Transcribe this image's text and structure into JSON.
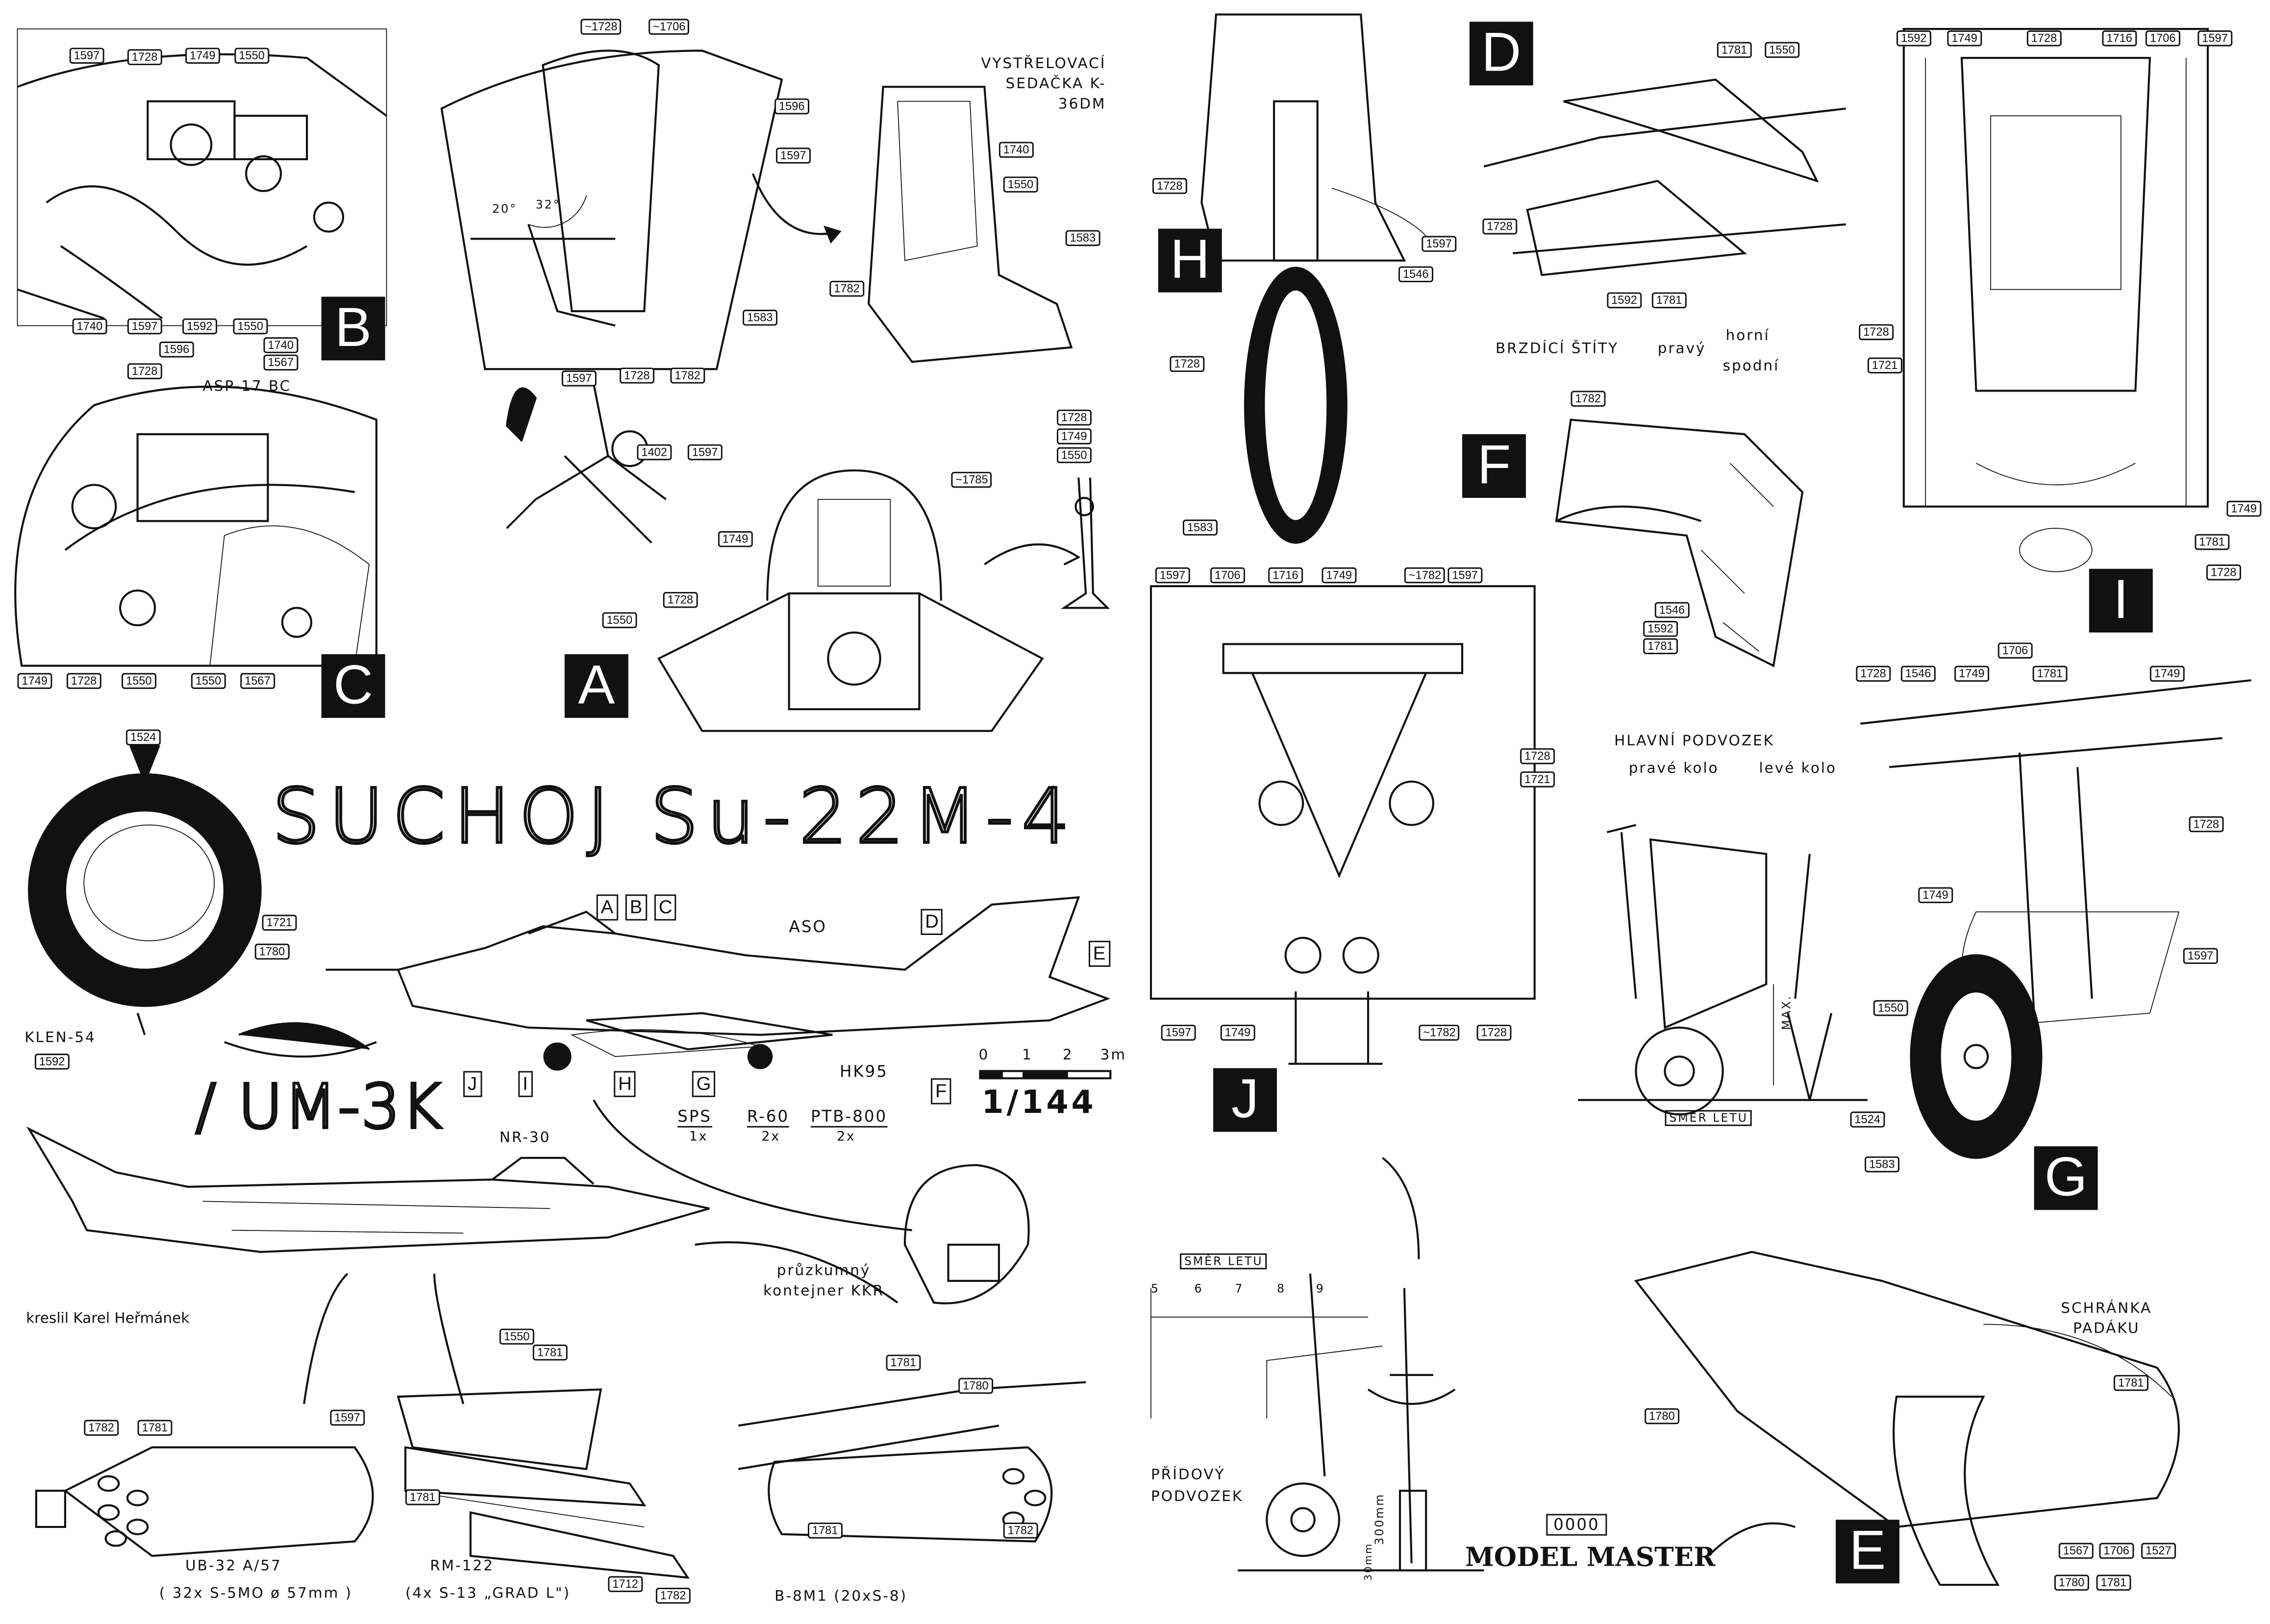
{
  "sections": {
    "A": "A",
    "B": "B",
    "C": "C",
    "D": "D",
    "E": "E",
    "F": "F",
    "G": "G",
    "H": "H",
    "I": "I",
    "J": "J"
  },
  "title": {
    "main": "SUCHOJ Su-22M-4",
    "variant": "/ UM-3K"
  },
  "aircraft_labels": {
    "abc": [
      "A",
      "B",
      "C"
    ],
    "aso": "ASO",
    "d": "D",
    "e": "E",
    "f": "F",
    "g": "G",
    "h": "H",
    "i": "I",
    "j": "J",
    "hk95": "HK95",
    "sps": "SPS",
    "sps_qty": "1x",
    "r60": "R-60",
    "r60_qty": "2x",
    "ptb800": "PTB-800",
    "ptb800_qty": "2x",
    "nr30": "NR-30",
    "scale_ticks": [
      "0",
      "1",
      "2",
      "3m"
    ],
    "scale": "1/144"
  },
  "texts": {
    "seat_title": "VYSTŘELOVACÍ SEDAČKA K-36DM",
    "asp": "ASP-17 BC",
    "angle1": "20°",
    "angle2": "32°",
    "klen": "KLEN-54",
    "author": "kreslil Karel Heřmánek",
    "recon_pod": "průzkumný kontejner KKR",
    "ub32": "UB-32 A/57",
    "ub32_sub": "( 32x S-5MO ø 57mm )",
    "rm122": "RM-122",
    "rm122_sub": "(4x S-13 „GRAD L\")",
    "b8m1": "B-8M1 (20xS-8)",
    "brake_title": "BRZDÍCÍ ŠTÍTY",
    "brake_right": "pravý",
    "brake_upper": "horní",
    "brake_lower": "spodní",
    "main_gear": "HLAVNÍ PODVOZEK",
    "right_wheel": "pravé kolo",
    "left_wheel": "levé kolo",
    "max": "MAX.",
    "flight_dir": "SMĚR LETU",
    "flight_dir2": "SMĚR LETU",
    "frames": [
      "5",
      "6",
      "7",
      "8",
      "9"
    ],
    "nose_gear": "PŘÍDOVÝ PODVOZEK",
    "dim300": "300mm",
    "dim30": "30mm",
    "chute": "SCHRÁNKA PADÁKU",
    "logo": "MODEL MASTER",
    "logo_code": "0000"
  },
  "callouts": [
    "1597",
    "1728",
    "1749",
    "1550",
    "1740",
    "1597",
    "1592",
    "1550",
    "1596",
    "1740",
    "1567",
    "1728",
    "1749",
    "1728",
    "1550",
    "1550",
    "1567",
    "~1728",
    "~1706",
    "1596",
    "1597",
    "1583",
    "1728",
    "1782",
    "1597",
    "1740",
    "1550",
    "1583",
    "1782",
    "1402",
    "1597",
    "~1785",
    "1728",
    "1749",
    "1550",
    "1749",
    "1728",
    "1550",
    "1524",
    "1721",
    "1780",
    "1592",
    "1782",
    "1781",
    "1597",
    "1550",
    "1781",
    "1781",
    "1712",
    "1782",
    "1781",
    "1780",
    "1781",
    "1782",
    "1728",
    "1728",
    "1597",
    "1546",
    "1728",
    "1583",
    "1781",
    "1550",
    "1592",
    "1781",
    "1782",
    "1546",
    "1592",
    "1781",
    "1592",
    "1749",
    "1728",
    "1716",
    "1706",
    "1597",
    "1728",
    "1721",
    "1749",
    "1781",
    "1728",
    "1597",
    "1706",
    "1716",
    "1749",
    "~1782",
    "1597",
    "1728",
    "1721",
    "1597",
    "1749",
    "~1782",
    "1728",
    "1728",
    "1546",
    "1749",
    "1706",
    "1781",
    "1749",
    "1728",
    "1749",
    "1597",
    "1550",
    "1524",
    "1583",
    "1780",
    "1781",
    "1567",
    "1706",
    "1527",
    "1780",
    "1781"
  ]
}
